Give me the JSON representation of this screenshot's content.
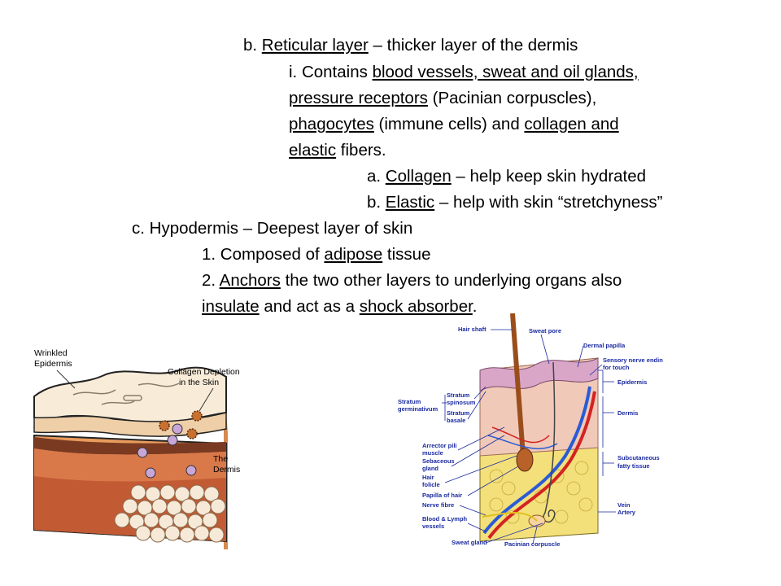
{
  "text": {
    "l1": {
      "prefix": "b. ",
      "u1": "Reticular layer",
      "rest": " – thicker layer of the dermis"
    },
    "l2": {
      "prefix": "i. Contains ",
      "u1": "blood vessels, sweat and oil glands,"
    },
    "l3": {
      "u1": "pressure receptors",
      "rest": " (Pacinian corpuscles),"
    },
    "l4": {
      "u1": "phagocytes",
      "mid": " (immune cells) and ",
      "u2": "collagen and"
    },
    "l5": {
      "u1": "elastic",
      "rest": " fibers."
    },
    "l6": {
      "prefix": "a. ",
      "u1": "Collagen",
      "rest": " – help keep skin hydrated"
    },
    "l7": {
      "prefix": "b. ",
      "u1": "Elastic",
      "rest": " – help with skin “stretchyness”"
    },
    "l8": {
      "prefix": "c. Hypodermis – Deepest layer of skin"
    },
    "l9": {
      "prefix": "1. Composed of ",
      "u1": "adipose",
      "rest": " tissue"
    },
    "l10": {
      "prefix": "2. ",
      "u1": "Anchors",
      "rest": " the two other layers to underlying organs also"
    },
    "l11": {
      "u1": "insulate",
      "mid": " and act as a ",
      "u2": "shock absorber",
      "rest": "."
    }
  },
  "figure_left": {
    "labels": {
      "wrinkled_1": "Wrinkled",
      "wrinkled_2": "Epidermis",
      "collagen_1": "Collagen Depletion",
      "collagen_2": "in the Skin",
      "dermis_1": "The",
      "dermis_2": "Dermis"
    },
    "colors": {
      "epidermis": "#f7ead6",
      "dermis": "#f1b77a",
      "hypodermis": "#c8643a",
      "band": "#7a3a22",
      "cells": "#f6e9d8"
    }
  },
  "figure_right": {
    "labels": {
      "hair_shaft": "Hair shaft",
      "sweat_pore": "Sweat pore",
      "dermal_papilla": "Dermal papilla",
      "sensory_1": "Sensory nerve ending",
      "sensory_2": "for touch",
      "epidermis": "Epidermis",
      "stratum_germ_1": "Stratum",
      "stratum_germ_2": "germinativum",
      "stratum_spin_1": "Stratum",
      "stratum_spin_2": "spinosum",
      "stratum_bas_1": "Stratum",
      "stratum_bas_2": "basale",
      "dermis": "Dermis",
      "arrector_1": "Arrector pili",
      "arrector_2": "muscle",
      "sebaceous_1": "Sebaceous",
      "sebaceous_2": "gland",
      "hair_follicle_1": "Hair",
      "hair_follicle_2": "folicle",
      "subcut_1": "Subcutaneous",
      "subcut_2": "fatty tissue",
      "papilla_hair": "Papilla of hair",
      "nerve_fibre": "Nerve fibre",
      "blood_1": "Blood & Lymph",
      "blood_2": "vessels",
      "vein": "Vein",
      "artery": "Artery",
      "sweat_gland": "Sweat gland",
      "pacinian": "Pacinian corpuscle"
    },
    "colors": {
      "label": "#1a2aa0",
      "fat": "#f3e07a",
      "dermis": "#f0c9b8",
      "epidermis": "#d9a6c7",
      "vein": "#2a5bd6",
      "artery": "#d32222",
      "hair": "#9a4e1c"
    }
  }
}
